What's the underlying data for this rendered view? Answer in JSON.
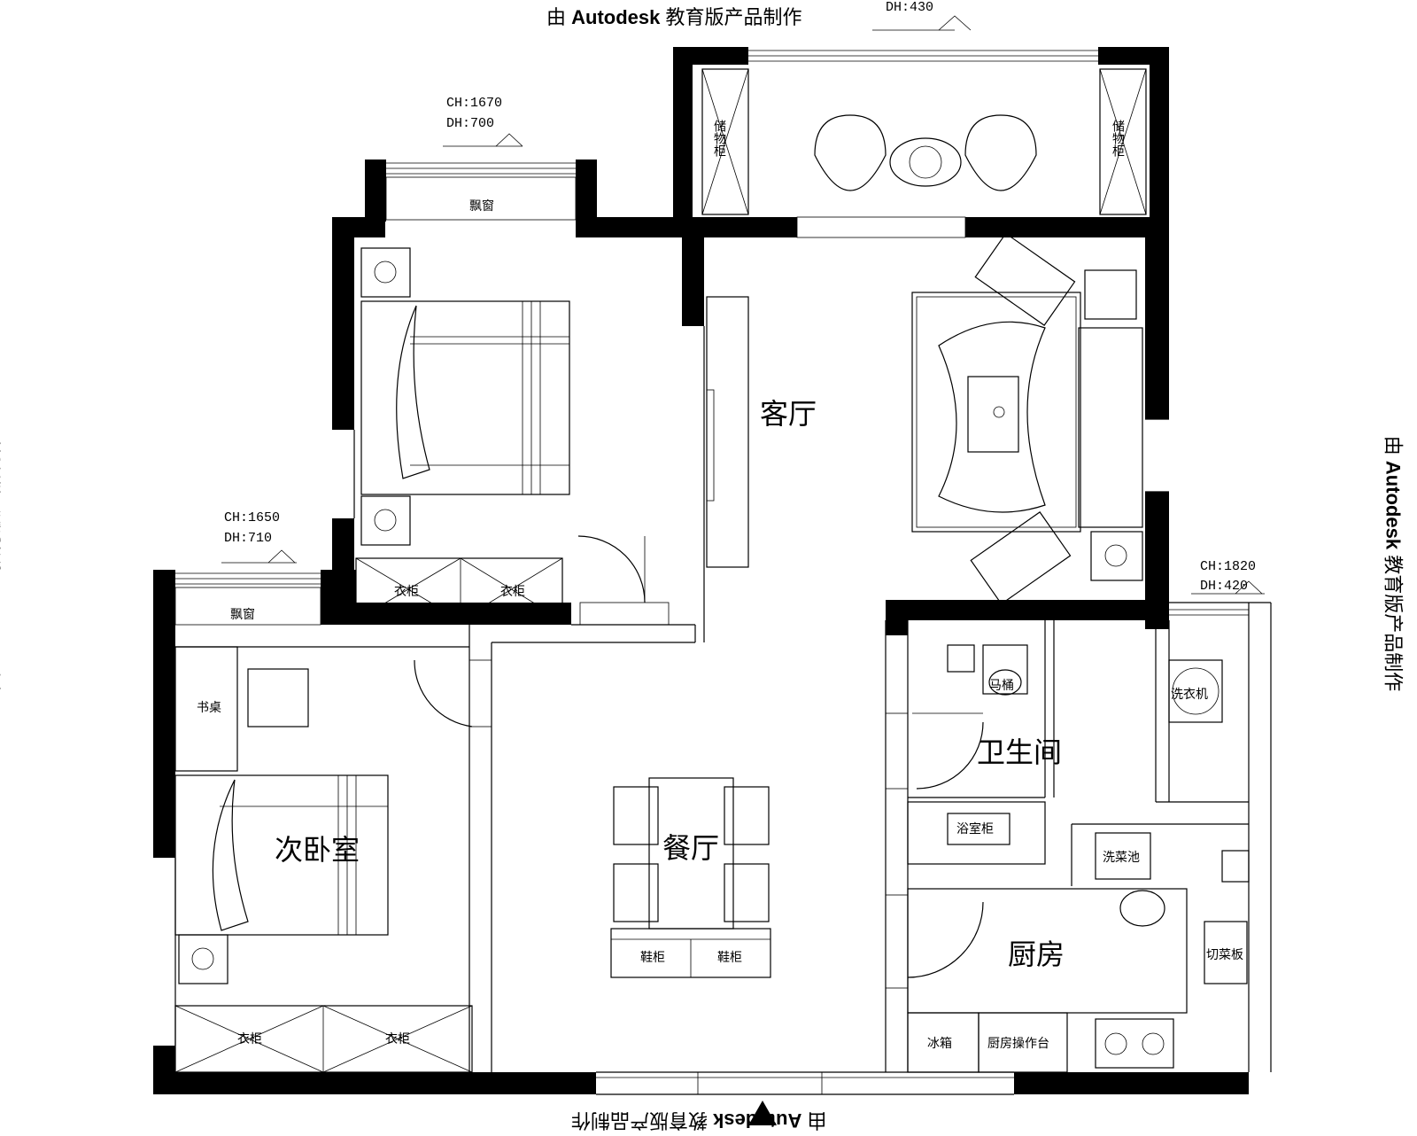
{
  "watermark": {
    "prefix": "由",
    "brand": "Autodesk",
    "suffix": "教育版产品制作"
  },
  "rooms": {
    "living_room": "客厅",
    "dining_room": "餐厅",
    "second_bedroom": "次卧室",
    "bathroom": "卫生间",
    "kitchen": "厨房"
  },
  "fixtures": {
    "storage_cabinet_left": "储物柜",
    "storage_cabinet_right": "储物柜",
    "bay_window_1": "飘窗",
    "bay_window_2": "飘窗",
    "wardrobe_master_1": "衣柜",
    "wardrobe_master_2": "衣柜",
    "wardrobe_second_1": "衣柜",
    "wardrobe_second_2": "衣柜",
    "desk": "书桌",
    "shoe_cabinet_1": "鞋柜",
    "shoe_cabinet_2": "鞋柜",
    "toilet": "马桶",
    "washing_machine": "洗衣机",
    "bath_cabinet": "浴室柜",
    "sink": "洗菜池",
    "cutting_board": "切菜板",
    "fridge": "冰箱",
    "counter": "厨房操作台"
  },
  "dimensions": {
    "top": "DH:430",
    "master_ch": "CH:1670",
    "master_dh": "DH:700",
    "second_ch": "CH:1650",
    "second_dh": "DH:710",
    "kitchen_ch": "CH:1820",
    "kitchen_dh": "DH:420"
  }
}
